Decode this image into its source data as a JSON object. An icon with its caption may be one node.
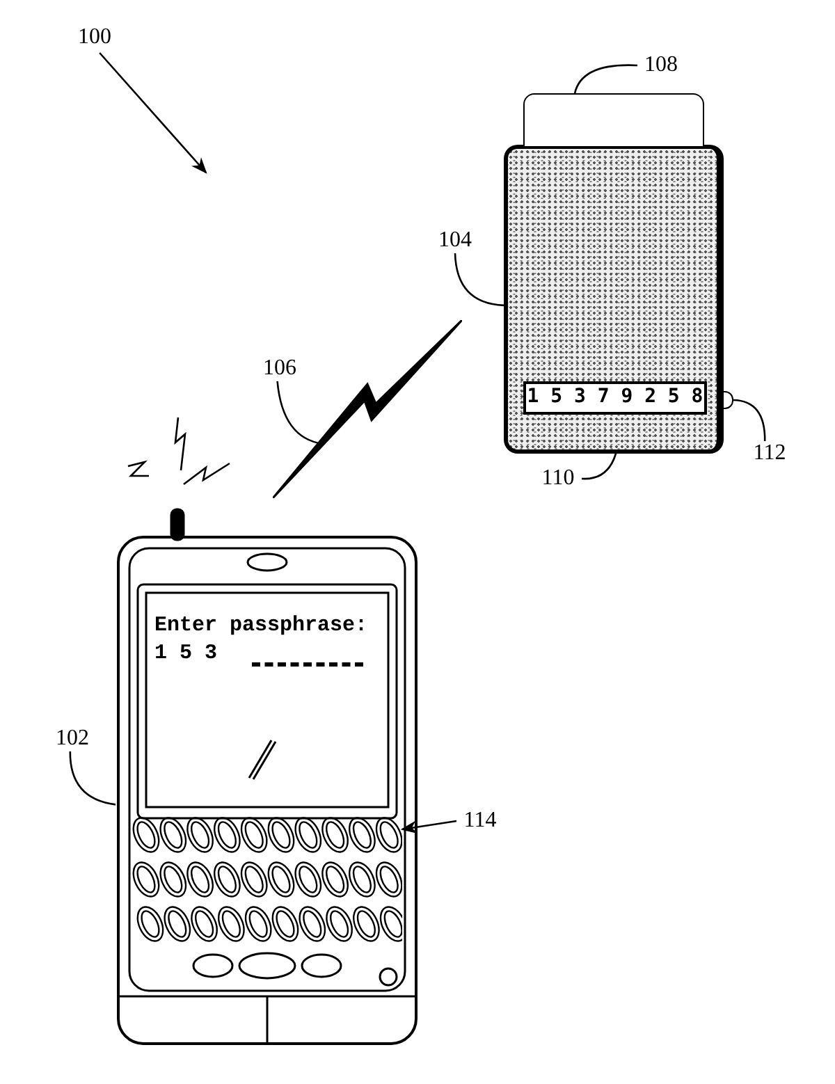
{
  "diagram": {
    "nodes": [
      {
        "text": [
          "100"
        ]
      },
      {
        "text": [
          "Enter passphrase:",
          "1 5 3"
        ]
      },
      {
        "text": [
          "102"
        ]
      },
      {
        "text": [],
        "shape": "box"
      },
      {
        "text": [
          "104"
        ]
      },
      {
        "text": [
          "106"
        ]
      },
      {
        "text": [],
        "shape": "picture"
      },
      {
        "text": [
          "108"
        ]
      },
      {
        "text": [],
        "shape": "box"
      },
      {
        "text": [
          "1 5 3 7 9 2 5 8"
        ],
        "in": 3
      },
      {
        "text": [
          "110"
        ]
      },
      {
        "text": [
          "112"
        ]
      },
      {
        "text": [],
        "shape": "circle"
      },
      {
        "text": [
          "114"
        ]
      },
      {
        "text": [],
        "shape": "picture",
        "in": 1
      }
    ],
    "edges": [
      {
        "from": 0,
        "to": null,
        "arrow": "to"
      },
      {
        "from": 2,
        "to": 1,
        "arrow": "none"
      },
      {
        "from": 4,
        "to": 3,
        "arrow": "none"
      },
      {
        "from": 5,
        "to": 6,
        "arrow": "none"
      },
      {
        "from": 7,
        "to": 8,
        "arrow": "none"
      },
      {
        "from": 10,
        "to": 9,
        "arrow": "none"
      },
      {
        "from": 11,
        "to": 12,
        "arrow": "none"
      },
      {
        "from": 13,
        "to": 14,
        "arrow": "to"
      }
    ]
  }
}
